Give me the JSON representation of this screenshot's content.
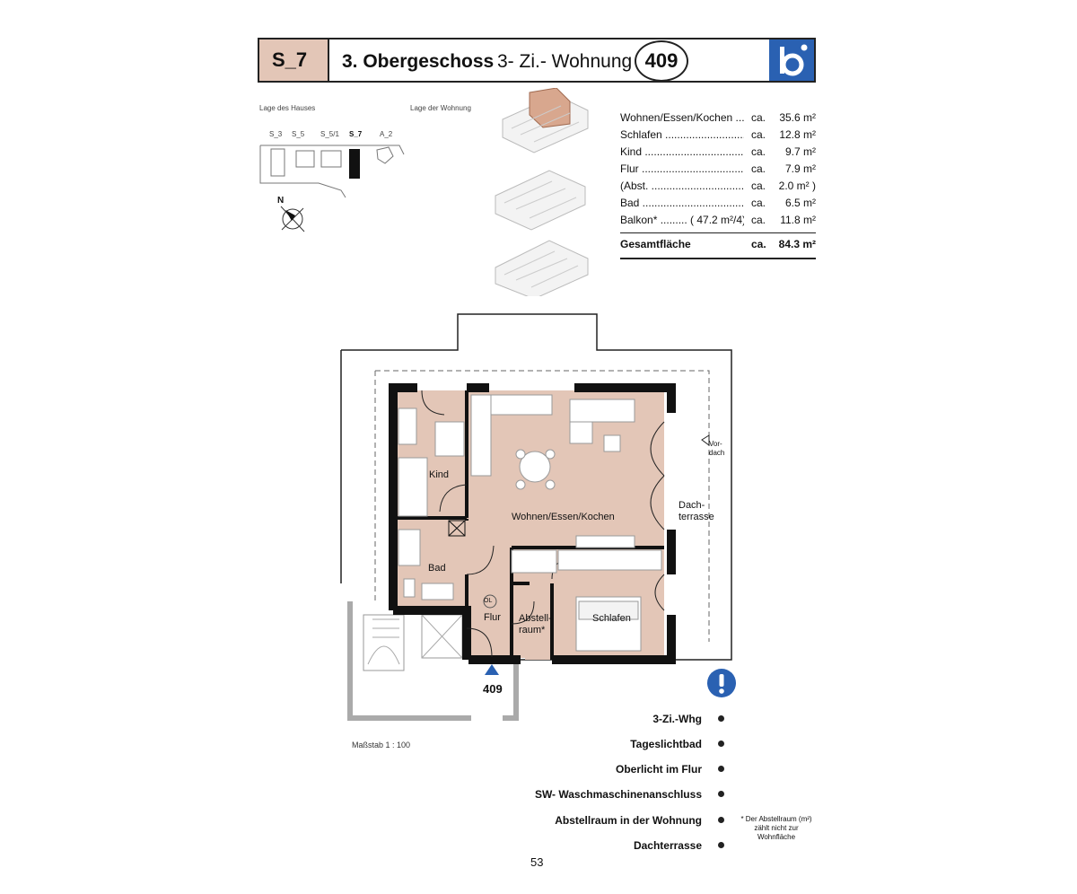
{
  "header": {
    "code": "S_7",
    "floor": "3. Obergeschoss",
    "apartment_type": "3- Zi.- Wohnung",
    "number": "409",
    "logo_icon": "b-logo-icon",
    "logo_color": "#2a61b2",
    "code_bg": "#e3c6b7"
  },
  "location": {
    "house_label": "Lage des Hauses",
    "apartment_label": "Lage der Wohnung",
    "buildings": [
      "S_3",
      "S_5",
      "S_5/1",
      "S_7",
      "A_2"
    ],
    "north": "N"
  },
  "areas": {
    "rows": [
      {
        "name": "Wohnen/Essen/Kochen ......",
        "ca": "ca.",
        "value": "35.6 m²"
      },
      {
        "name": "Schlafen .................................",
        "ca": "ca.",
        "value": "12.8 m²"
      },
      {
        "name": "Kind .........................................",
        "ca": "ca.",
        "value": "9.7 m²"
      },
      {
        "name": "Flur ..........................................",
        "ca": "ca.",
        "value": "7.9 m²"
      },
      {
        "name": "(Abst. ........................................",
        "ca": "ca.",
        "value": "2.0 m² )"
      },
      {
        "name": "Bad ...........................................",
        "ca": "ca.",
        "value": "6.5 m²"
      },
      {
        "name": "Balkon* ......... ( 47.2 m²/4)",
        "ca": "ca.",
        "value": "11.8 m²"
      }
    ],
    "total": {
      "name": "Gesamtfläche",
      "ca": "ca.",
      "value": "84.3 m²"
    }
  },
  "plan": {
    "rooms": {
      "kind": "Kind",
      "wohnen": "Wohnen/Essen/Kochen",
      "bad": "Bad",
      "flur": "Flur",
      "abstell_1": "Abstell-",
      "abstell_2": "raum*",
      "schlafen": "Schlafen",
      "dach_1": "Dach-",
      "dach_2": "terrasse",
      "vordach_1": "Vor-",
      "vordach_2": "dach",
      "ol": "OL"
    },
    "entrance_number": "409",
    "floor_color": "#e3c6b7",
    "scale": "Maßstab 1 : 100"
  },
  "features": {
    "info_icon": "exclamation-icon",
    "info_color": "#2a61b2",
    "items": [
      "3-Zi.-Whg",
      "Tageslichtbad",
      "Oberlicht im Flur",
      "SW- Waschmaschinenanschluss",
      "Abstellraum in der Wohnung",
      "Dachterrasse"
    ],
    "footnote_1": "* Der Abstellraum (m²)",
    "footnote_2": "zählt nicht zur",
    "footnote_3": "Wohnfläche"
  },
  "page_number": "53"
}
